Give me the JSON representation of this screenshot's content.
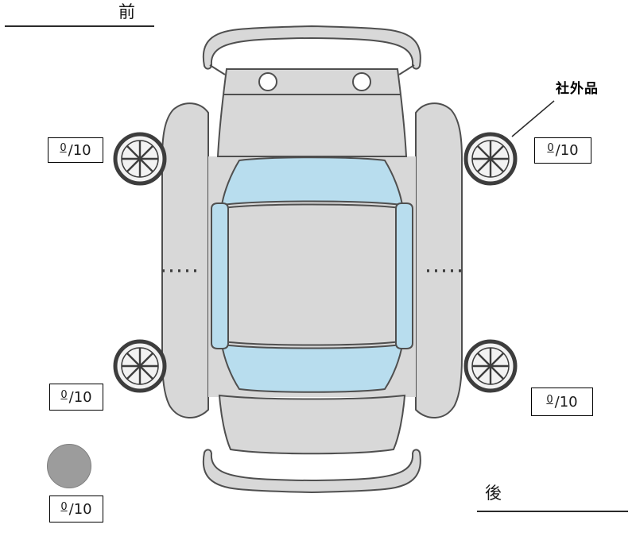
{
  "labels": {
    "front": "前",
    "rear": "後",
    "aftermarket_part": "社外品"
  },
  "tread_scores": {
    "front_left": {
      "value": "0",
      "denominator": "/10"
    },
    "front_right": {
      "value": "0",
      "denominator": "/10"
    },
    "rear_left": {
      "value": "0",
      "denominator": "/10"
    },
    "rear_right": {
      "value": "0",
      "denominator": "/10"
    },
    "spare": {
      "value": "0",
      "denominator": "/10"
    }
  },
  "colors": {
    "car_body": "#d8d8d8",
    "glass": "#b8ddee",
    "outline": "#4f4f4f",
    "spare_circle": "#9c9c9c",
    "background": "#ffffff"
  }
}
